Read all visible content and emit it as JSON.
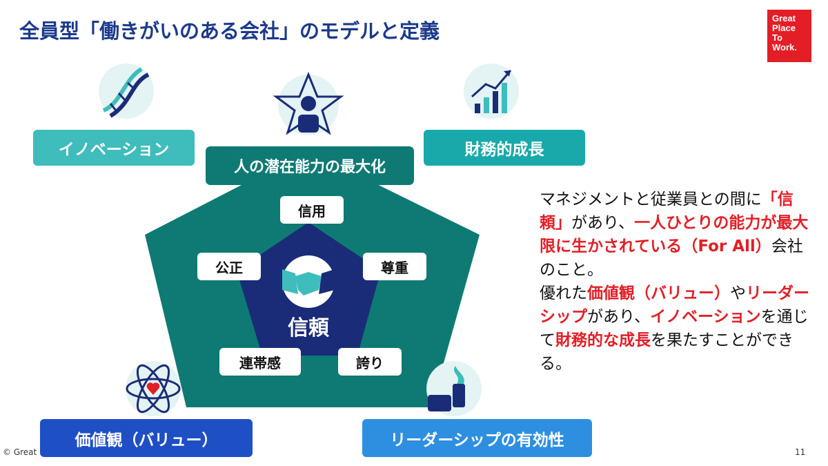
{
  "title": "全員型「働きがいのある会社」のモデルと定義",
  "logo": {
    "line1": "Great",
    "line2": "Place",
    "line3": "To",
    "line4": "Work."
  },
  "pillars": {
    "innovation": "イノベーション",
    "finance": "財務的成長",
    "potential": "人の潜在能力の最大化",
    "values": "価値観（バリュー）",
    "leadership": "リーダーシップの有効性"
  },
  "trust_words": {
    "credibility": "信用",
    "respect": "尊重",
    "fairness": "公正",
    "pride": "誇り",
    "camaraderie": "連帯感"
  },
  "core": "信頼",
  "definition": {
    "s1": "マネジメントと従業員との間に",
    "s2": "「信頼」",
    "s3": "があり、",
    "s4": "一人ひとりの能力が最大限に生かされている",
    "s5": "（For All）",
    "s6": "会社のこと。",
    "s7": "優れた",
    "s8": "価値観（バリュー）",
    "s9": "や",
    "s10": "リーダーシップ",
    "s11": "があり、",
    "s12": "イノベーション",
    "s13": "を通じて",
    "s14": "財務的な成長",
    "s15": "を果たすことができる。"
  },
  "footer": {
    "copyright": "© Great",
    "page": "11"
  },
  "colors": {
    "teal_dark": "#0e7a73",
    "teal_light": "#3fbcbc",
    "navy": "#1a2c78",
    "blue_values": "#1f4fc4",
    "blue_leadership": "#2e8fe0",
    "accent_red": "#e31e26"
  }
}
